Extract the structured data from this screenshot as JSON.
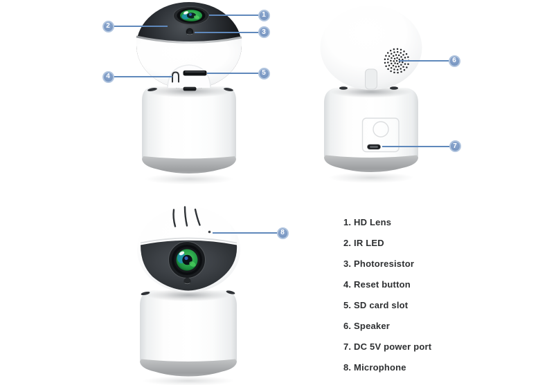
{
  "diagram_title": "",
  "colors": {
    "callout_fill": "#7e9bc5",
    "callout_border": "#b0c4de",
    "callout_line": "#5f88bb",
    "legend_text": "#2d2f31"
  },
  "parts": [
    {
      "number": "1",
      "name": "HD Lens",
      "legend_text": "1. HD Lens"
    },
    {
      "number": "2",
      "name": "IR LED",
      "legend_text": "2. IR LED"
    },
    {
      "number": "3",
      "name": "Photoresistor",
      "legend_text": "3. Photoresistor"
    },
    {
      "number": "4",
      "name": "Reset button",
      "legend_text": "4. Reset button"
    },
    {
      "number": "5",
      "name": "SD card slot",
      "legend_text": "5. SD card slot"
    },
    {
      "number": "6",
      "name": "Speaker",
      "legend_text": "6. Speaker"
    },
    {
      "number": "7",
      "name": "DC 5V power port",
      "legend_text": "7. DC 5V power port"
    },
    {
      "number": "8",
      "name": "Microphone",
      "legend_text": "8. Microphone"
    }
  ]
}
